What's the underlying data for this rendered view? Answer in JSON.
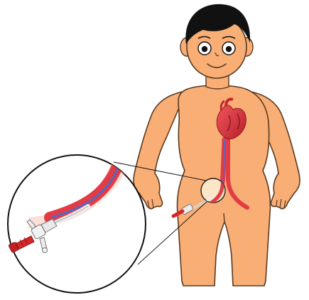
{
  "illustration": {
    "subject": "child-with-femoral-catheter",
    "icons": [
      "child-figure",
      "heart-icon",
      "blood-vessel",
      "catheter",
      "magnifier-lens"
    ],
    "colors": {
      "skin": "#F8AE74",
      "skin_outline": "#5A3A22",
      "hair": "#111111",
      "heart": "#E0303A",
      "vessel_red": "#E23B45",
      "vessel_blue": "#3F6FD0",
      "catheter_red": "#D9252A",
      "catheter_white": "#EDEDED",
      "lens_outline": "#111111"
    }
  }
}
